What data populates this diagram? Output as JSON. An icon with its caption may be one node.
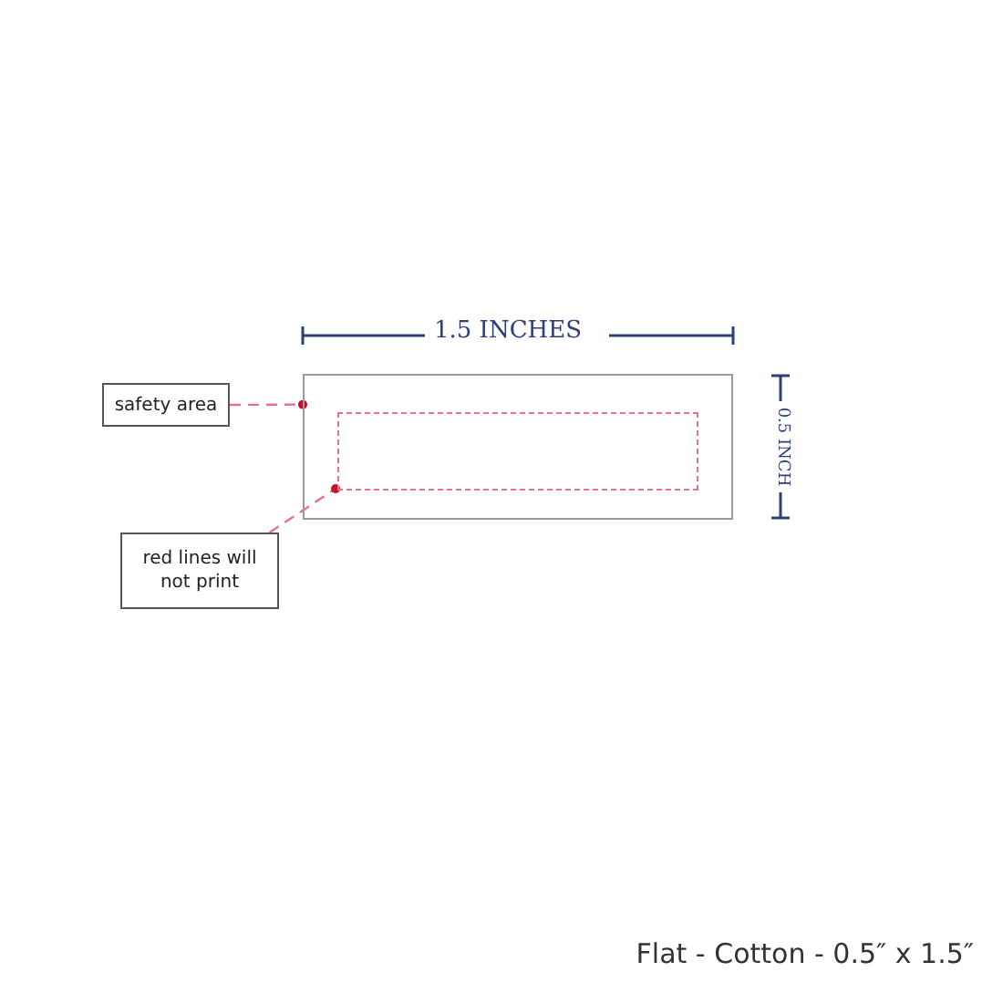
{
  "diagram": {
    "caption": "Flat - Cotton - 0.5″ x 1.5″",
    "nodes": [
      {
        "text": [],
        "shape": "box"
      },
      {
        "text": [],
        "shape": "box",
        "in": 0
      },
      {
        "text": [
          "safety area"
        ]
      },
      {
        "text": [
          "red lines will not print"
        ]
      }
    ],
    "edges": [
      {
        "from": 2,
        "to": 0,
        "arrow": "other",
        "style": "dashed",
        "color": "#e8708a"
      },
      {
        "from": 3,
        "to": 1,
        "arrow": "other",
        "style": "dashed",
        "color": "#e8708a"
      }
    ],
    "labels": [
      "1.5 INCHES",
      "0.5 INCH"
    ]
  }
}
